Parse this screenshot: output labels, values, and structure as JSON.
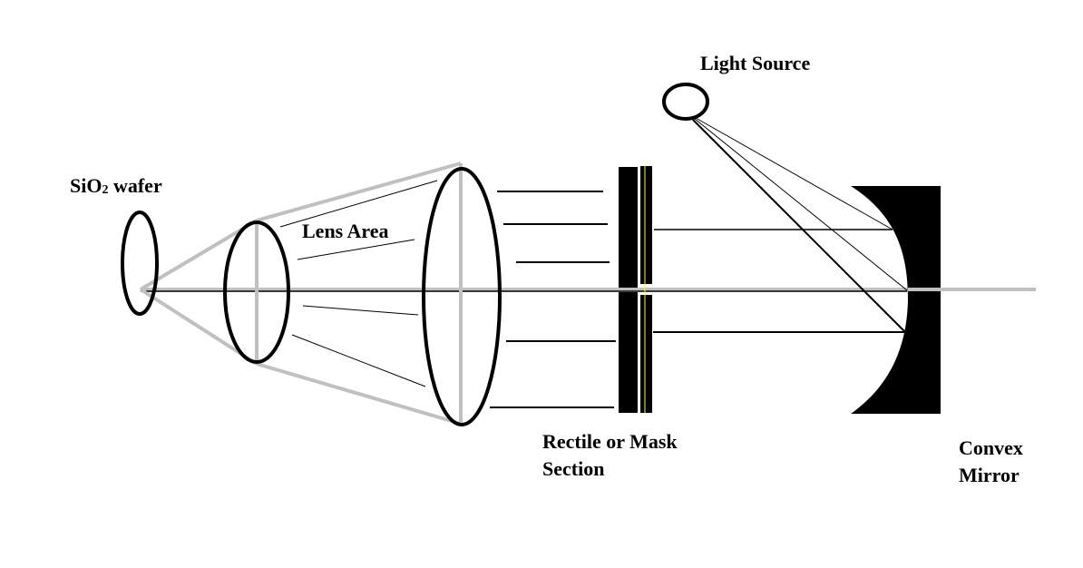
{
  "title": "Photolithography optical setup",
  "labels": {
    "wafer_prefix": "SiO",
    "wafer_subscript": "2",
    "wafer_suffix": " wafer",
    "lens_area": "Lens Area",
    "light_source": "Light Source",
    "reticle_line1": "Rectile or Mask",
    "reticle_line2": "Section",
    "mirror_line1": "Convex",
    "mirror_line2": "Mirror"
  },
  "colors": {
    "outline": "#000000",
    "optical_axis": "#c0c0c0",
    "cone": "#c0c0c0",
    "mask_slit": "#ffff00",
    "background": "#ffffff"
  }
}
